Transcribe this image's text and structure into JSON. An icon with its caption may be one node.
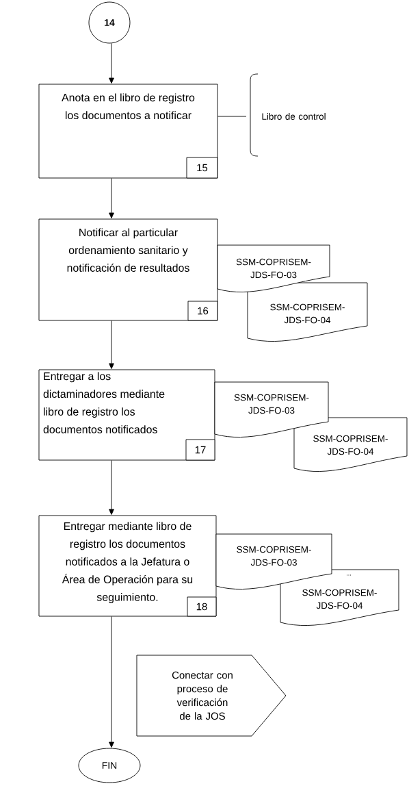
{
  "diagram": {
    "nodes": [
      {
        "text": [
          "14"
        ]
      },
      {
        "text": [
          "Anota en el libro de registro los documentos a notificar"
        ]
      },
      {
        "text": [
          "15"
        ],
        "in": 1
      },
      {
        "text": [
          "Libro de control"
        ]
      },
      {
        "text": [
          "Notificar al particular ordenamiento sanitario y notificación de resultados"
        ]
      },
      {
        "text": [
          "16"
        ],
        "in": 4
      },
      {
        "text": [
          "SSM-COPRISEM- JDS-FO-03"
        ]
      },
      {
        "text": [
          "SSM-COPRISEM- JDS-FO-04"
        ]
      },
      {
        "text": [
          "Entregar a los dictaminadores mediante libro de registro los documentos notificados"
        ]
      },
      {
        "text": [
          "17"
        ],
        "in": 8
      },
      {
        "text": [
          "SSM-COPRISEM- JDS-FO-03"
        ]
      },
      {
        "text": [
          "SSM-COPRISEM- JDS-FO-04"
        ]
      },
      {
        "text": [
          "Entregar mediante libro de registro los documentos notificados a la Jefatura o Área de Operación para su seguimiento."
        ]
      },
      {
        "text": [
          "18"
        ],
        "in": 12
      },
      {
        "text": [
          "SSM-COPRISEM- JDS-FO-03"
        ]
      },
      {
        "text": [
          "SSM-COPRISEM- JDS-FO-04"
        ]
      },
      {
        "text": [
          "Conectar con proceso de verificación de la JOS"
        ]
      },
      {
        "text": [
          "FIN"
        ]
      }
    ],
    "edges": [
      {
        "from": 0,
        "to": 1,
        "arrow": "to"
      },
      {
        "from": 1,
        "to": 3,
        "arrow": "none"
      },
      {
        "from": 1,
        "to": 4,
        "arrow": "to"
      },
      {
        "from": 4,
        "to": 8,
        "arrow": "to"
      },
      {
        "from": 8,
        "to": 12,
        "arrow": "to"
      },
      {
        "from": 12,
        "to": 17,
        "arrow": "to"
      }
    ],
    "labels": [
      "..."
    ]
  }
}
